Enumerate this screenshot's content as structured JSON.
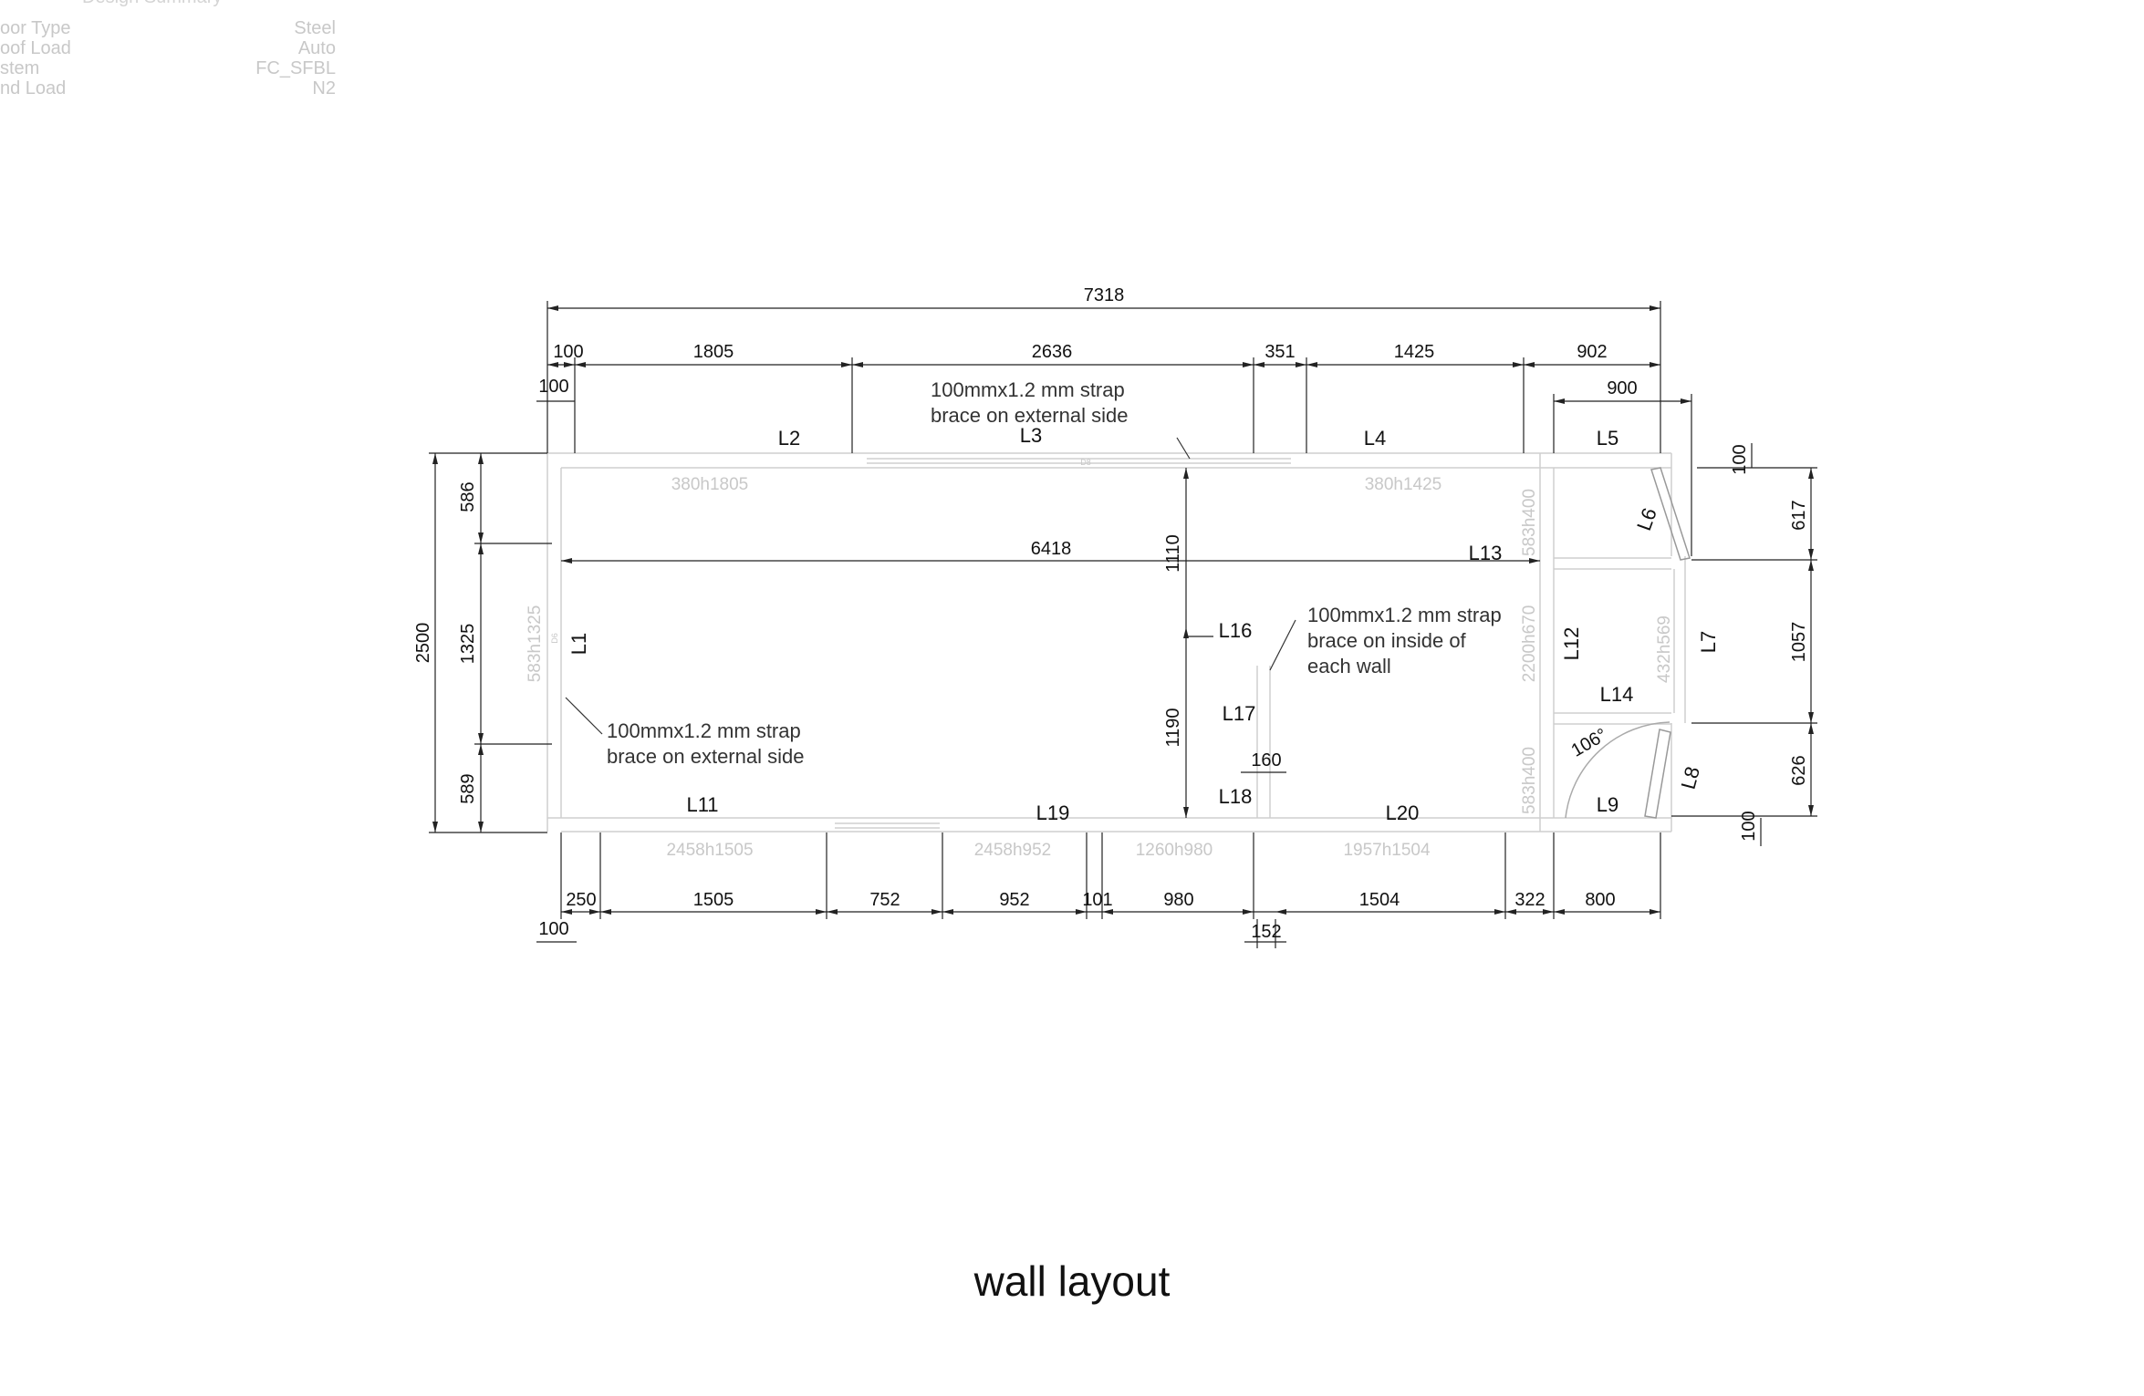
{
  "summary": {
    "title": "Design Summary",
    "rows": [
      {
        "label": "oor Type",
        "value": "Steel"
      },
      {
        "label": "oof Load",
        "value": "Auto"
      },
      {
        "label": "stem",
        "value": "FC_SFBL"
      },
      {
        "label": "nd Load",
        "value": "N2"
      }
    ]
  },
  "dims_top": {
    "overall": "7318",
    "d100a": "100",
    "d1805": "1805",
    "d2636": "2636",
    "d351": "351",
    "d1425": "1425",
    "d902": "902",
    "d100b": "100",
    "d900": "900"
  },
  "dims_left": {
    "d2500": "2500",
    "d586": "586",
    "d1325": "1325",
    "d589": "589"
  },
  "dims_right": {
    "d100t": "100",
    "d617": "617",
    "d1057": "1057",
    "d626": "626",
    "d100b": "100"
  },
  "dims_bottom": {
    "d250": "250",
    "d1505": "1505",
    "d752": "752",
    "d952": "952",
    "d101": "101",
    "d980": "980",
    "d1504": "1504",
    "d322": "322",
    "d800": "800",
    "d100": "100",
    "d152": "152"
  },
  "dims_interior": {
    "d6418": "6418",
    "d1110": "1110",
    "d1190": "1190",
    "d160": "160",
    "angle": "106°"
  },
  "walls": {
    "L1": "L1",
    "L2": "L2",
    "L3": "L3",
    "L4": "L4",
    "L5": "L5",
    "L6": "L6",
    "L7": "L7",
    "L8": "L8",
    "L9": "L9",
    "L11": "L11",
    "L12": "L12",
    "L13": "L13",
    "L14": "L14",
    "L16": "L16",
    "L17": "L17",
    "L18": "L18",
    "L19": "L19",
    "L20": "L20"
  },
  "openings": {
    "o380h1805": "380h1805",
    "o380h1425": "380h1425",
    "o583h400a": "583h400",
    "o583h1325": "583h1325",
    "o2200h670": "2200h670",
    "o432h569": "432h569",
    "o583h400b": "583h400",
    "o2458h1505": "2458h1505",
    "o2458h952": "2458h952",
    "o1260h980": "1260h980",
    "o1957h1504": "1957h1504",
    "d8": "D8",
    "d6": "D6"
  },
  "notes": {
    "n1": [
      "100mmx1.2 mm strap",
      "brace on external side"
    ],
    "n2": [
      "100mmx1.2 mm strap",
      "brace on inside of",
      "each wall"
    ],
    "n3": [
      "100mmx1.2 mm strap",
      "brace on external side"
    ]
  },
  "caption": "wall layout",
  "colors": {
    "line": "#222222",
    "faint": "#cfcfcf",
    "text": "#111111"
  }
}
